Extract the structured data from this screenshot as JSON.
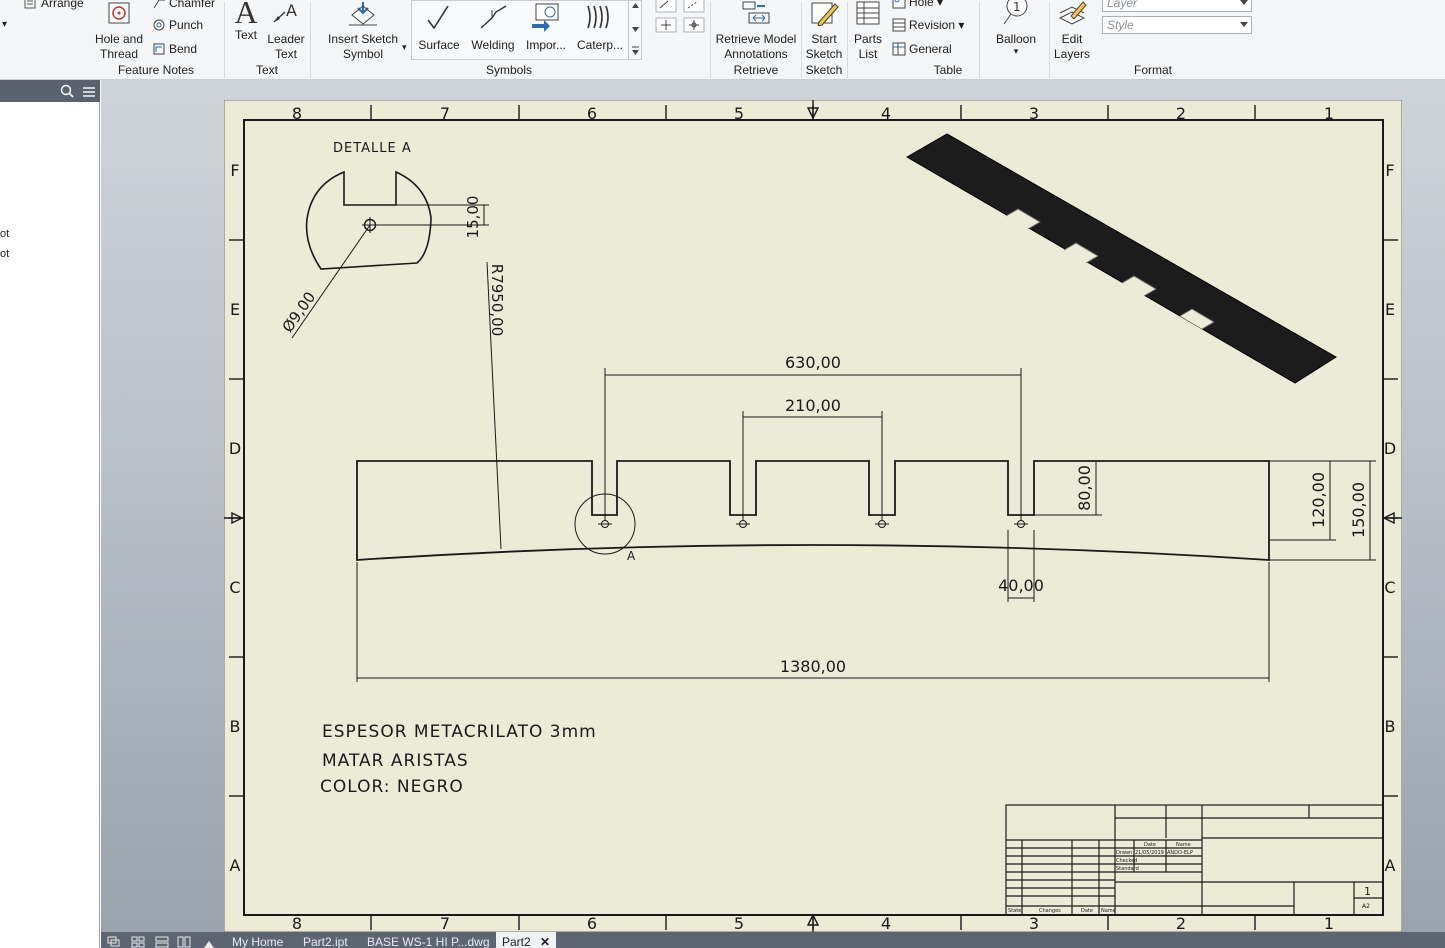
{
  "ribbon": {
    "arrange_label": "Arrange",
    "chamfer_label": "Chamfer",
    "hole_thread_label": "Hole and Thread",
    "punch_label": "Punch",
    "bend_label": "Bend",
    "feature_notes_panel": "Feature Notes",
    "text_label": "Text",
    "leader_text_label": "Leader Text",
    "text_panel": "Text",
    "insert_sketch_symbol_label": "Insert Sketch Symbol",
    "surface_label": "Surface",
    "welding_label": "Welding",
    "import_label": "Impor...",
    "caterpillar_label": "Caterp...",
    "symbols_panel": "Symbols",
    "retrieve_model_label": "Retrieve Model Annotations",
    "retrieve_panel": "Retrieve",
    "start_sketch_label": "Start Sketch",
    "sketch_panel": "Sketch",
    "parts_list_label": "Parts List",
    "hole_table_label": "Hole",
    "revision_label": "Revision",
    "general_label": "General",
    "table_panel": "Table",
    "balloon_label": "Balloon",
    "edit_layers_label": "Edit Layers",
    "layer_combo": "Layer",
    "style_combo": "Style",
    "format_panel": "Format"
  },
  "browser": {
    "item1": "ot",
    "item2": "ot"
  },
  "drawing": {
    "zone_numbers": [
      "8",
      "7",
      "6",
      "5",
      "4",
      "3",
      "2",
      "1"
    ],
    "zone_letters": [
      "F",
      "E",
      "D",
      "C",
      "B",
      "A"
    ],
    "detail_title": "DETALLE A",
    "detail_dim_15": "15,00",
    "detail_dia": "Ø9,00",
    "radius_dim": "R7950,00",
    "dim_630": "630,00",
    "dim_210": "210,00",
    "dim_80": "80,00",
    "dim_120": "120,00",
    "dim_150": "150,00",
    "dim_40": "40,00",
    "dim_1380": "1380,00",
    "detail_marker": "A",
    "note1": "ESPESOR METACRILATO 3mm",
    "note2": "MATAR ARISTAS",
    "note3": "COLOR: NEGRO",
    "title_block": {
      "date_header": "Date",
      "name_header": "Name",
      "drawn_label": "Drawn",
      "checked_label": "Checked",
      "standard_label": "Standard",
      "date_value": "21/05/2019",
      "name_value": "ANDO-ELP",
      "sheet_no": "1",
      "sheet_size": "A2",
      "state_label": "State",
      "changes_label": "Changes",
      "date2_label": "Date",
      "name2_label": "Name"
    }
  },
  "tabs": {
    "home": "My Home",
    "part_ipt": "Part2.ipt",
    "base_dwg": "BASE WS-1 HI P...dwg",
    "part_active": "Part2"
  },
  "colors": {
    "sheet": "#ecebd7",
    "ink": "#1a1a1a",
    "part_fill": "#1c1c1c",
    "ribbon": "#f5f6f7"
  }
}
